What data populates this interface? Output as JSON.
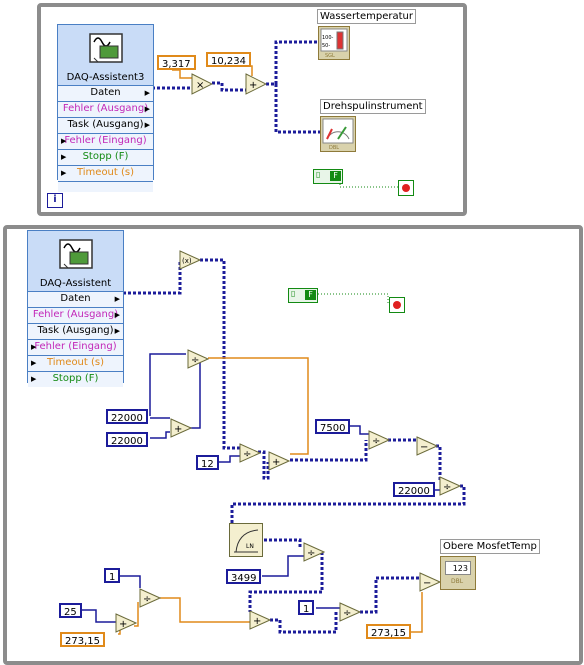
{
  "top_loop": {
    "daq": {
      "title": "DAQ-Assistent3",
      "terminals": [
        {
          "label": "Daten",
          "color": "#000000"
        },
        {
          "label": "Fehler (Ausgang)",
          "color": "#c227b8"
        },
        {
          "label": "Task (Ausgang)",
          "color": "#000000"
        },
        {
          "label": "Fehler (Eingang)",
          "color": "#c227b8"
        },
        {
          "label": "Stopp (F)",
          "color": "#138a13"
        },
        {
          "label": "Timeout (s)",
          "color": "#e08a1a"
        }
      ]
    },
    "const_mult": "3,317",
    "const_add": "10,234",
    "indicator_1": "Wassertemperatur",
    "indicator_2": "Drehspulinstrument",
    "bool_const": "F",
    "loop_index": "i"
  },
  "bottom_loop": {
    "daq": {
      "title": "DAQ-Assistent",
      "terminals": [
        {
          "label": "Daten",
          "color": "#000000"
        },
        {
          "label": "Fehler (Ausgang)",
          "color": "#c227b8"
        },
        {
          "label": "Task (Ausgang)",
          "color": "#000000"
        },
        {
          "label": "Fehler (Eingang)",
          "color": "#c227b8"
        },
        {
          "label": "Timeout (s)",
          "color": "#e08a1a"
        },
        {
          "label": "Stopp (F)",
          "color": "#138a13"
        }
      ]
    },
    "bool_const": "F",
    "constants": {
      "c22000_a": "22000",
      "c22000_b": "22000",
      "c12": "12",
      "c7500": "7500",
      "c22000_c": "22000",
      "c3499": "3499",
      "c1_a": "1",
      "c25": "25",
      "c273_a": "273,15",
      "c1_b": "1",
      "c273_b": "273,15"
    },
    "indicator": "Obere MosfetTemp",
    "indicator_value": "123",
    "indicator_type": "DBL"
  },
  "colors": {
    "frame": "#8c8c8c",
    "wire_dbl": "#e08a1a",
    "wire_dyn": "#1c1c9a",
    "const_int": "#1c1c9a",
    "bool": "#138a13"
  }
}
